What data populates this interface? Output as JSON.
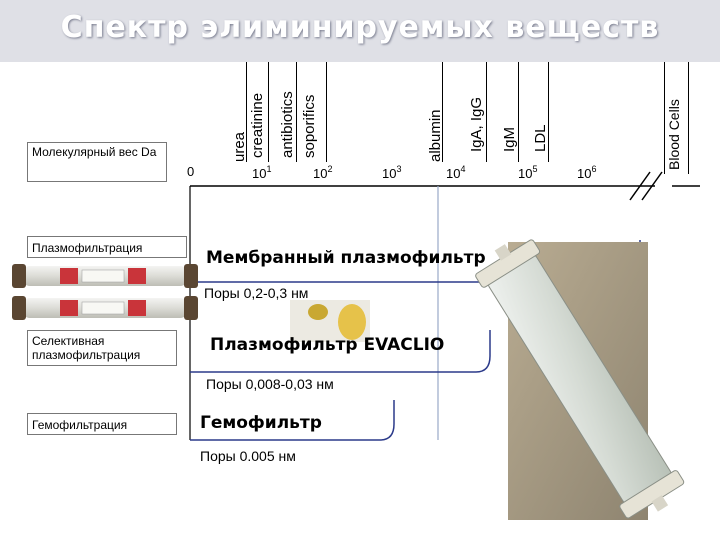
{
  "title": "Спектр элиминируемых веществ",
  "molecular_weight_label": "Молекулярный вес Da",
  "substances": [
    "urea",
    "creatinine",
    "antibiotics",
    "soporifics",
    "albumin",
    "IgA, IgG",
    "IgM",
    "LDL",
    "Blood Cells"
  ],
  "scale": [
    {
      "base": "0",
      "exp": ""
    },
    {
      "base": "10",
      "exp": "1"
    },
    {
      "base": "10",
      "exp": "2"
    },
    {
      "base": "10",
      "exp": "3"
    },
    {
      "base": "10",
      "exp": "4"
    },
    {
      "base": "10",
      "exp": "5"
    },
    {
      "base": "10",
      "exp": "6"
    }
  ],
  "rows": [
    {
      "method": "Плазмофильтрация",
      "filter": "Мембранный плазмофильтр",
      "pores": "Поры 0,2-0,3 нм"
    },
    {
      "method": "Селективная плазмофильтрация",
      "filter": "Плазмофильтр EVACLIO",
      "pores": "Поры 0,008-0,03 нм"
    },
    {
      "method": "Гемофильтрация",
      "filter": "Гемофильтр",
      "pores": "Поры 0.005 нм"
    }
  ]
}
